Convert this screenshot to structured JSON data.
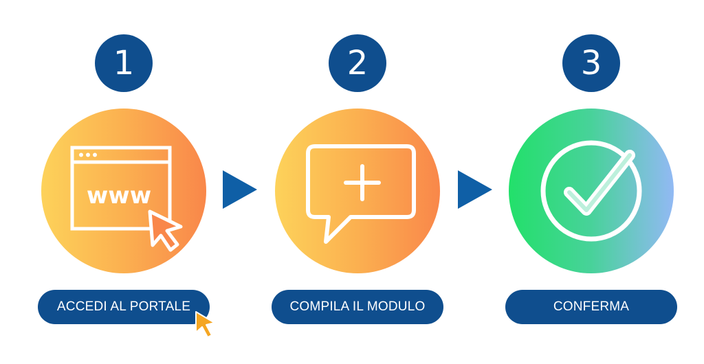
{
  "steps": [
    {
      "number": "1",
      "label": "ACCEDI AL PORTALE",
      "icon": "browser-www-click-icon"
    },
    {
      "number": "2",
      "label": "COMPILA IL MODULO",
      "icon": "speech-bubble-plus-icon"
    },
    {
      "number": "3",
      "label": "CONFERMA",
      "icon": "check-circle-icon"
    }
  ],
  "icons": {
    "browser_text": "www"
  },
  "colors": {
    "badge": "#0f4e8e",
    "arrow": "#0f5fa6",
    "orange_start": "#fdd25a",
    "orange_end": "#f9874a",
    "green_start": "#22e06a",
    "green_end": "#92b9f4",
    "cursor": "#f5a623"
  }
}
